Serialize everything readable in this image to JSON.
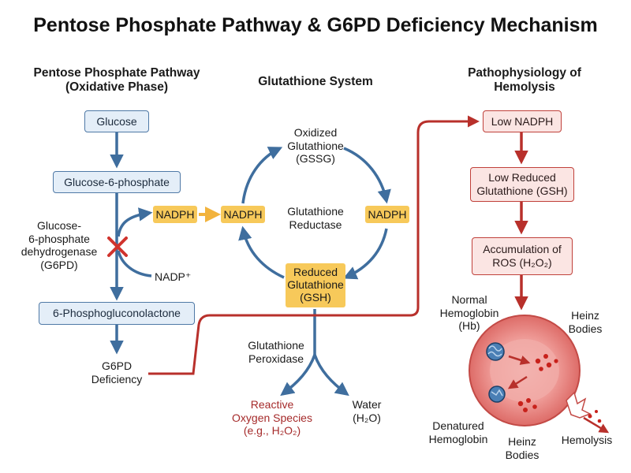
{
  "title": "Pentose Phosphate Pathway & G6PD Deficiency Mechanism",
  "sections": {
    "ppp": [
      "Pentose Phosphate Pathway",
      "(Oxidative Phase)"
    ],
    "glutathione": "Glutathione System",
    "patho": [
      "Pathophysiology of",
      "Hemolysis"
    ]
  },
  "ppp": {
    "glucose": "Glucose",
    "g6p": "Glucose-6-phosphate",
    "enzyme": [
      "Glucose-",
      "6-phosphate",
      "dehydrogenase",
      "(G6PD)"
    ],
    "nadph": "NADPH",
    "nadp": "NADP⁺",
    "product": "6-Phosphogluconolactone",
    "deficiency": [
      "G6PD",
      "Deficiency"
    ]
  },
  "glutathione": {
    "gssg": [
      "Oxidized",
      "Glutathione",
      "(GSSG)"
    ],
    "nadph_left": "NADPH",
    "nadph_right": "NADPH",
    "reductase": [
      "Glutathione",
      "Reductase"
    ],
    "gsh": [
      "Reduced",
      "Glutathione",
      "(GSH)"
    ],
    "peroxidase": [
      "Glutathione",
      "Peroxidase"
    ],
    "ros": [
      "Reactive",
      "Oxygen Species",
      "(e.g., H₂O₂)"
    ],
    "water": [
      "Water",
      "(H₂O)"
    ]
  },
  "patho": {
    "low_nadph": "Low NADPH",
    "low_gsh": [
      "Low Reduced",
      "Glutathione (GSH)"
    ],
    "ros_accum": [
      "Accumulation of",
      "ROS (H₂O₂)"
    ],
    "normal_hb": [
      "Normal",
      "Hemoglobin",
      "(Hb)"
    ],
    "heinz_top": [
      "Heinz",
      "Bodies"
    ],
    "denatured": [
      "Denatured",
      "Hemoglobin"
    ],
    "heinz_bottom": [
      "Heinz",
      "Bodies"
    ],
    "hemolysis": "Hemolysis"
  },
  "colors": {
    "blue_arrow": "#3f6e9e",
    "red_arrow": "#b8302b",
    "nadph_tag": "#f7c95a",
    "rbc": "#e98a87"
  }
}
